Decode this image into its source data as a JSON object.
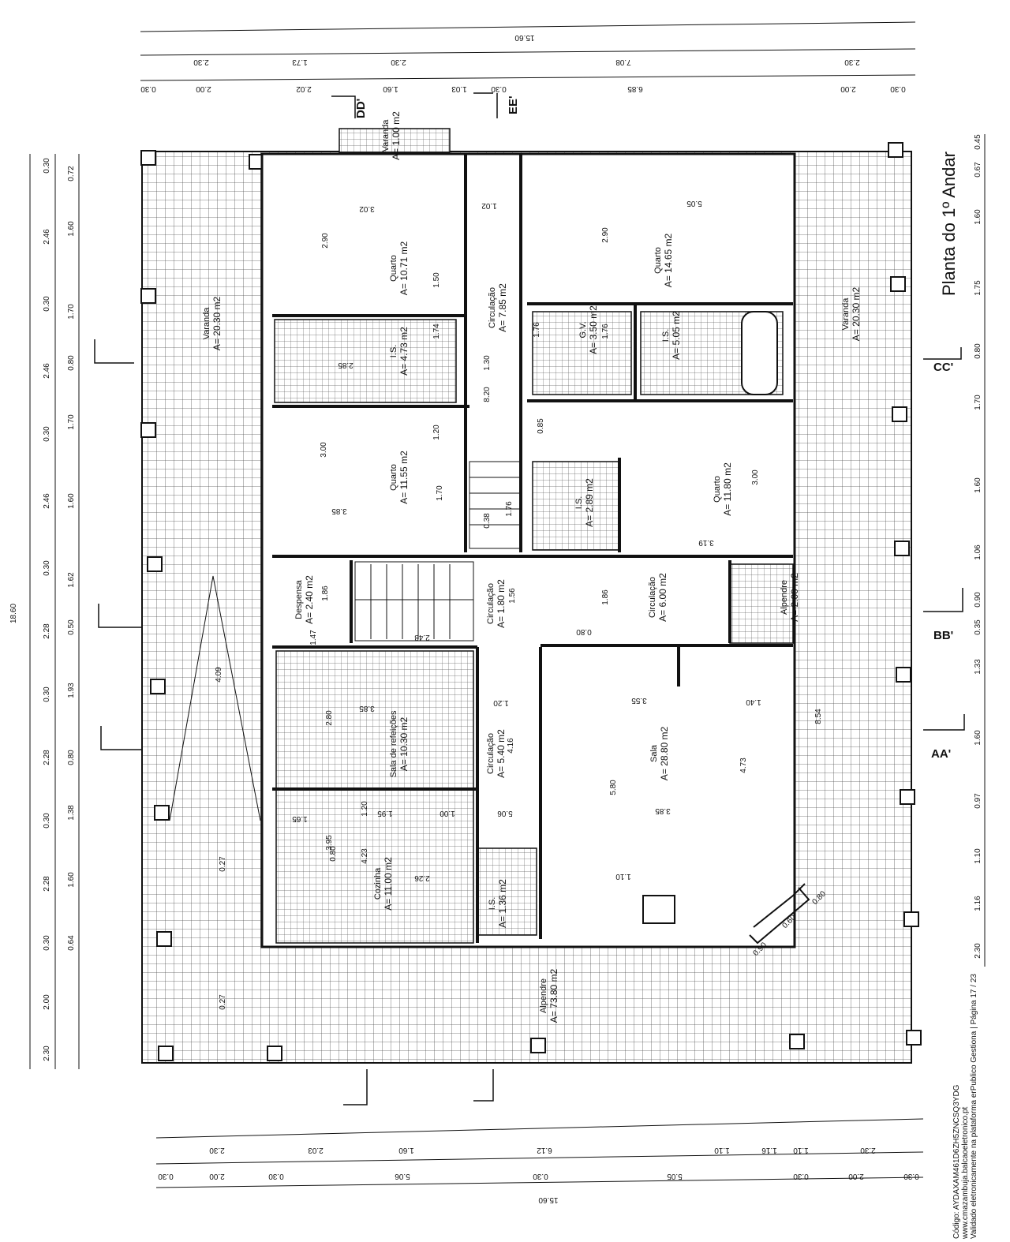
{
  "title": "Planta do 1º Andar",
  "sections": [
    "DD'",
    "EE'",
    "CC'",
    "BB'",
    "AA'"
  ],
  "rooms": [
    {
      "name": "Varanda",
      "area": "A= 1.00 m2"
    },
    {
      "name": "Quarto",
      "area": "A= 10.71 m2"
    },
    {
      "name": "Circulação",
      "area": "A= 7.85 m2"
    },
    {
      "name": "Quarto",
      "area": "A= 14.65 m2"
    },
    {
      "name": "Varanda",
      "area": "A= 20.30 m2"
    },
    {
      "name": "Varanda",
      "area": "A= 20.30 m2"
    },
    {
      "name": "I.S.",
      "area": "A= 4.73 m2"
    },
    {
      "name": "G.V.",
      "area": "A= 3.50 m2"
    },
    {
      "name": "I.S.",
      "area": "A= 5.05 m2"
    },
    {
      "name": "Quarto",
      "area": "A= 11.55 m2"
    },
    {
      "name": "I.S.",
      "area": "A= 2.89 m2"
    },
    {
      "name": "Quarto",
      "area": "A= 11.80 m2"
    },
    {
      "name": "Despensa",
      "area": "A= 2.40 m2"
    },
    {
      "name": "Circulação",
      "area": "A= 1.80 m2"
    },
    {
      "name": "Circulação",
      "area": "A= 6.00 m2"
    },
    {
      "name": "Alpendre",
      "area": "A= 2.00 m2"
    },
    {
      "name": "Sala de refeições",
      "area": "A= 10.30 m2"
    },
    {
      "name": "Circulação",
      "area": "A= 5.40 m2"
    },
    {
      "name": "Sala",
      "area": "A= 28.80 m2"
    },
    {
      "name": "Cozinha",
      "area": "A= 11.00 m2"
    },
    {
      "name": "I.S.",
      "area": "A= 1.36 m2"
    },
    {
      "name": "Alpendre",
      "area": "A= 73.80 m2"
    }
  ],
  "top_dims": {
    "row1": [
      "15.60"
    ],
    "row2": [
      "2.30",
      "1.73",
      "2.30",
      "7.08",
      "2.30"
    ],
    "row3": [
      "0.30",
      "2.00",
      "2.02",
      "1.60",
      "1.03",
      "0.30",
      "6.85",
      "2.00",
      "0.30"
    ]
  },
  "bottom_dims": {
    "row1": [
      "2.30",
      "2.03",
      "1.60",
      "6.12",
      "1.10",
      "1.16",
      "1.10",
      "2.30"
    ],
    "row2": [
      "0.30",
      "2.00",
      "0.30",
      "5.06",
      "0.30",
      "5.05",
      "0.30",
      "2.00",
      "0.30"
    ],
    "row3": [
      "15.60"
    ]
  },
  "left_dims": {
    "overall": "18.60",
    "outer": [
      "0.30",
      "2.46",
      "0.30",
      "2.46",
      "0.30",
      "2.46",
      "0.30",
      "2.28",
      "0.30",
      "2.28",
      "0.30",
      "2.28",
      "0.30",
      "2.00",
      "2.30"
    ],
    "inner": [
      "0.72",
      "1.60",
      "1.70",
      "0.80",
      "1.70",
      "1.60",
      "1.62",
      "0.50",
      "1.93",
      "0.80",
      "1.38",
      "1.60",
      "0.64"
    ]
  },
  "right_dims": {
    "outer": [
      "0.45",
      "0.67",
      "1.60",
      "1.75",
      "0.80",
      "1.70",
      "1.60",
      "1.06",
      "0.90",
      "0.35",
      "1.33",
      "1.60",
      "0.97",
      "1.10",
      "1.16",
      "2.30"
    ]
  },
  "interior_dims": [
    "3.02",
    "2.90",
    "1.50",
    "1.02",
    "5.05",
    "2.90",
    "1.76",
    "1.76",
    "1.30",
    "1.74",
    "2.85",
    "8.20",
    "1.20",
    "3.00",
    "3.85",
    "1.70",
    "0.38",
    "1.76",
    "0.85",
    "3.00",
    "3.19",
    "1.86",
    "1.47",
    "2.48",
    "1.56",
    "1.86",
    "0.80",
    "4.09",
    "2.80",
    "3.85",
    "1.20",
    "3.55",
    "1.40",
    "8.54",
    "4.16",
    "5.80",
    "4.73",
    "1.95",
    "1.00",
    "5.06",
    "3.85",
    "1.65",
    "3.95",
    "4.23",
    "2.26",
    "0.27",
    "1.10",
    "0.27",
    "0.90",
    "0.60",
    "0.80",
    "0.80",
    "1.20"
  ],
  "footer_text": [
    "Código: AYDAXAM461D6ZH5ZNCSQ3YDG",
    "www.cmazambuja.balcaoeletronico.pt",
    "Validado eletronicamente na plataforma erPublico Gestiona | Página 17 / 23"
  ],
  "colors": {
    "ink": "#111111",
    "paper": "#ffffff",
    "tile": "#555555"
  }
}
